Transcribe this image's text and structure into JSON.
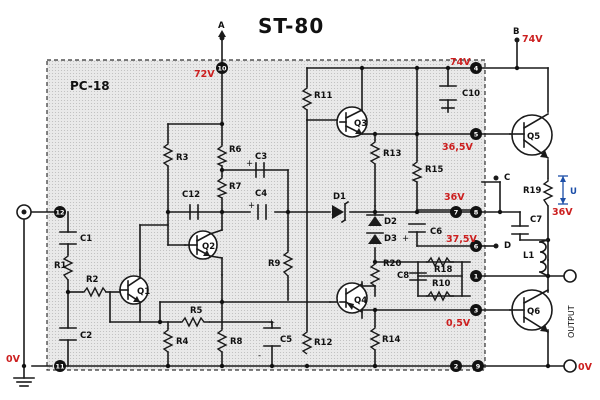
{
  "title": "ST-80",
  "board": "PC-18",
  "voltages": {
    "v72": "72V",
    "v74_pin": "74V",
    "v74_rail": "74V",
    "v36_5": "36,5V",
    "v36_pin": "36V",
    "v36_r19": "36V",
    "v37_5": "37,5V",
    "v0_5": "0,5V",
    "v0_left": "0V",
    "v0_right": "0V"
  },
  "nodes": {
    "A": "A",
    "B": "B",
    "C": "C",
    "D": "D",
    "U": "U"
  },
  "pins": [
    "10",
    "4",
    "5",
    "8",
    "7",
    "6",
    "1",
    "3",
    "2",
    "9",
    "12",
    "11"
  ],
  "components": {
    "R1": "R1",
    "R2": "R2",
    "R3": "R3",
    "R4": "R4",
    "R5": "R5",
    "R6": "R6",
    "R7": "R7",
    "R8": "R8",
    "R9": "R9",
    "R10": "R10",
    "R11": "R11",
    "R12": "R12",
    "R13": "R13",
    "R14": "R14",
    "R15": "R15",
    "R18": "R18",
    "R19": "R19",
    "R20": "R20",
    "C1": "C1",
    "C2": "C2",
    "C3": "C3",
    "C4": "C4",
    "C5": "C5",
    "C6": "C6",
    "C7": "C7",
    "C8": "C8",
    "C10": "C10",
    "C12": "C12",
    "Q1": "Q1",
    "Q2": "Q2",
    "Q3": "Q3",
    "Q4": "Q4",
    "Q5": "Q5",
    "Q6": "Q6",
    "D1": "D1",
    "D2": "D2",
    "D3": "D3",
    "L1": "L1"
  },
  "output_label": "OUTPUT",
  "colors": {
    "voltage": "#cc1f1f",
    "measure": "#1d4fa8",
    "board_bg": "#e4e4e4",
    "line": "#1a1a1a"
  }
}
